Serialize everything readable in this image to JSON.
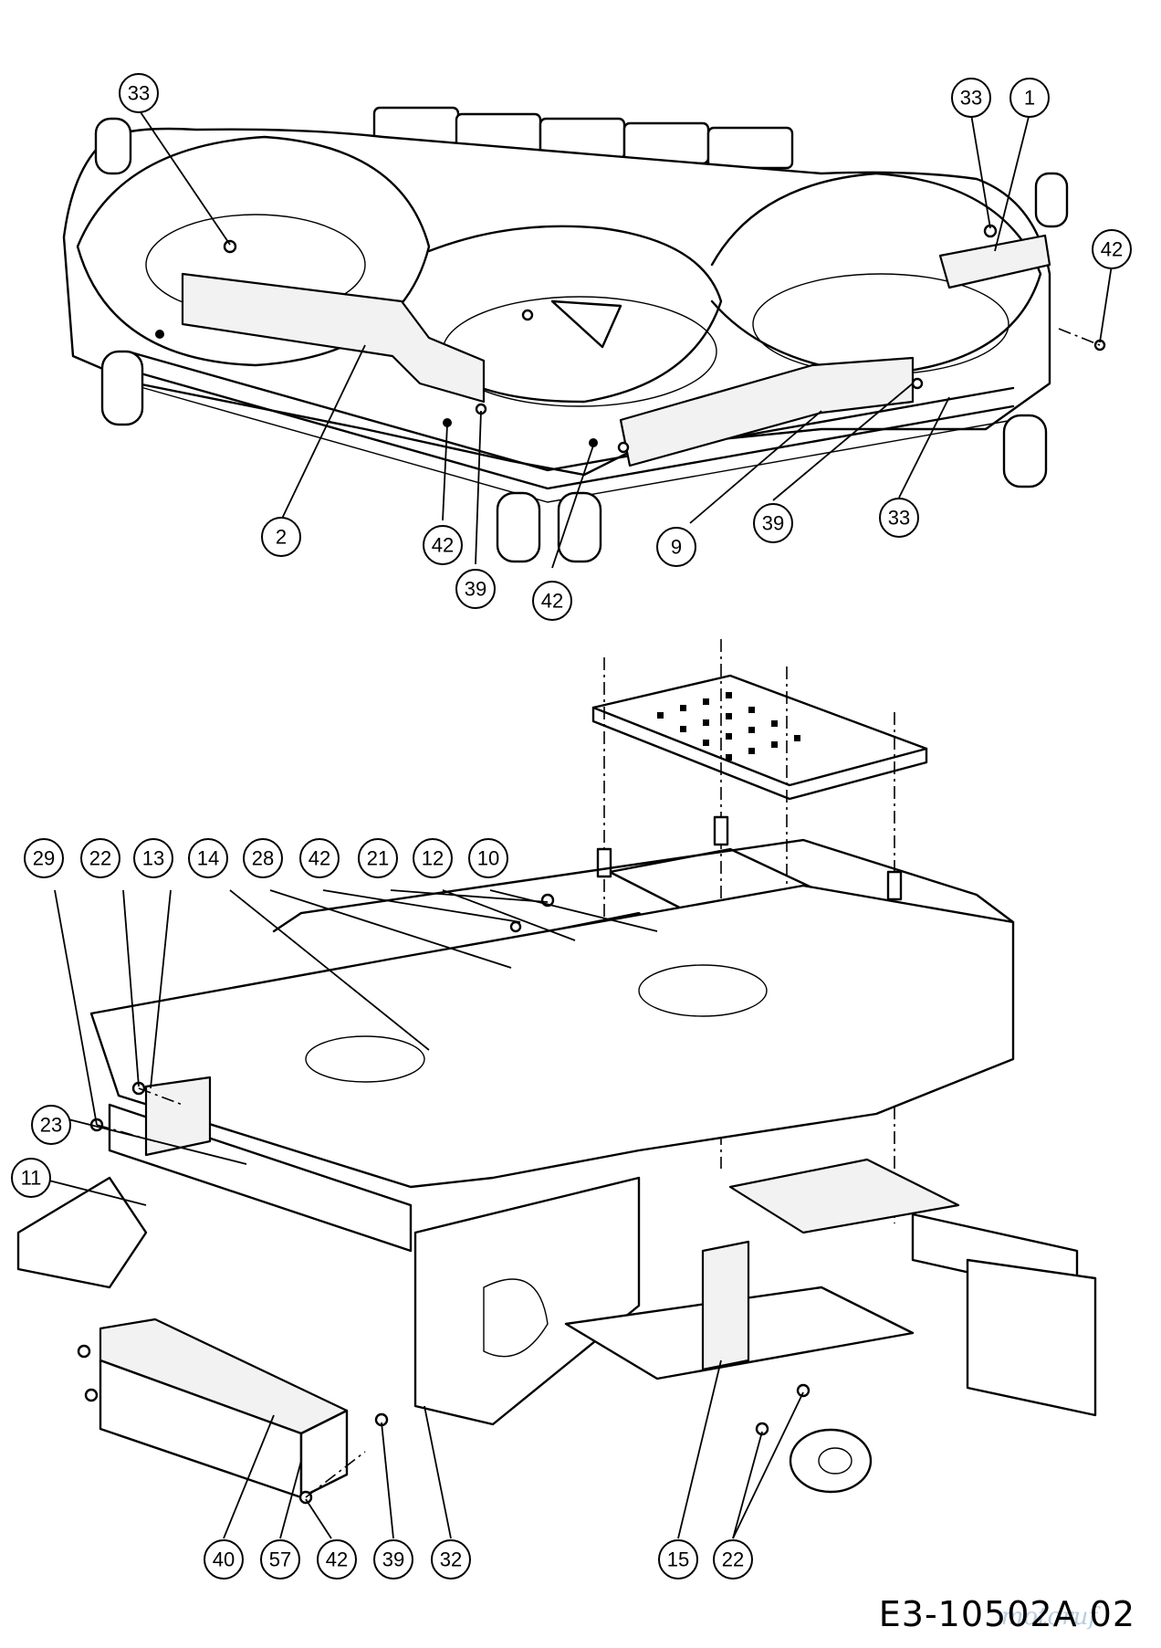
{
  "figure_code": "E3-10502A 02",
  "watermark": "motoruf",
  "callouts": [
    {
      "label": "33"
    },
    {
      "label": "33"
    },
    {
      "label": "1"
    },
    {
      "label": "42"
    },
    {
      "label": "2"
    },
    {
      "label": "42"
    },
    {
      "label": "39"
    },
    {
      "label": "42"
    },
    {
      "label": "9"
    },
    {
      "label": "39"
    },
    {
      "label": "33"
    },
    {
      "label": "29"
    },
    {
      "label": "22"
    },
    {
      "label": "13"
    },
    {
      "label": "14"
    },
    {
      "label": "28"
    },
    {
      "label": "42"
    },
    {
      "label": "21"
    },
    {
      "label": "12"
    },
    {
      "label": "10"
    },
    {
      "label": "23"
    },
    {
      "label": "11"
    },
    {
      "label": "40"
    },
    {
      "label": "57"
    },
    {
      "label": "42"
    },
    {
      "label": "39"
    },
    {
      "label": "32"
    },
    {
      "label": "15"
    },
    {
      "label": "22"
    }
  ]
}
